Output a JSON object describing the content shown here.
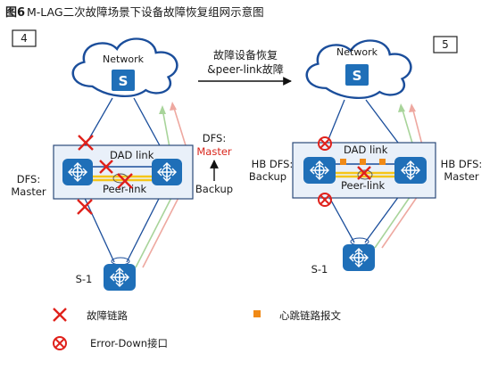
{
  "figure": {
    "title_label": "图6",
    "title_text": "M-LAG二次故障场景下设备故障恢复组网示意图"
  },
  "panel_left": {
    "step": "4",
    "network": "Network",
    "dad_link": "DAD link",
    "peer_link": "Peer-link",
    "dfs_left_line1": "DFS:",
    "dfs_left_line2": "Master",
    "dfs_right_line1": "DFS:",
    "dfs_right_line2": "Master",
    "backup": "Backup",
    "switch": "S-1"
  },
  "transition": {
    "line1": "故障设备恢复",
    "line2": "&peer-link故障"
  },
  "panel_right": {
    "step": "5",
    "network": "Network",
    "dad_link": "DAD link",
    "peer_link": "Peer-link",
    "dfs_left_line1": "HB DFS:",
    "dfs_left_line2": "Backup",
    "dfs_right_line1": "HB DFS:",
    "dfs_right_line2": "Master",
    "switch": "S-1"
  },
  "legend": {
    "fault_link": "故障链路",
    "error_down": "Error-Down接口",
    "heartbeat": "心跳链路报文"
  },
  "colors": {
    "device_blue": "#1f6fb8",
    "cloud_stroke": "#1b4e9b",
    "panel_fill": "#e9f0f9",
    "fault_red": "#e0211b",
    "heartbeat_orange": "#f08a16",
    "peer_yellow": "#f5c518",
    "master_red": "#d9261c",
    "arrow_green": "#a8d49a",
    "arrow_pink": "#eea8a0"
  }
}
